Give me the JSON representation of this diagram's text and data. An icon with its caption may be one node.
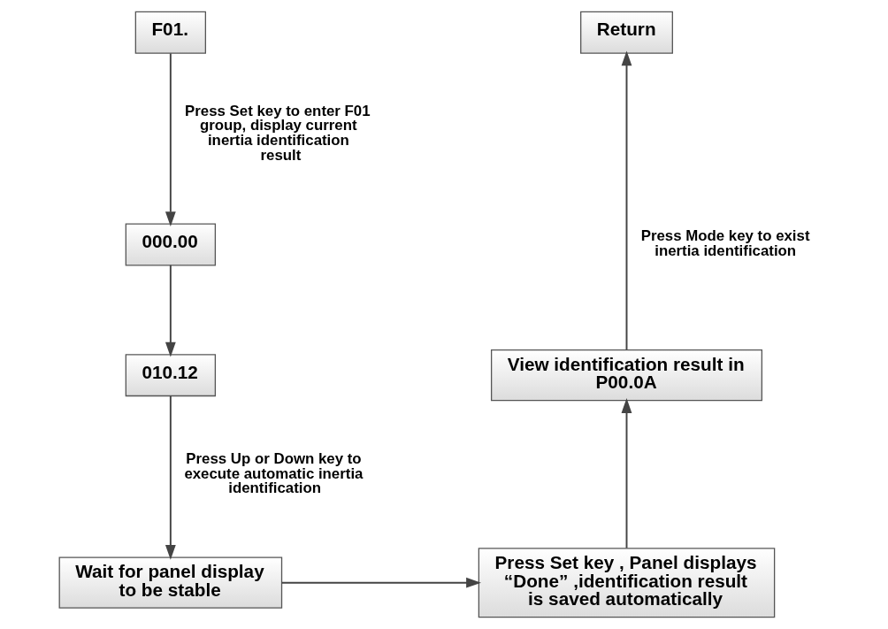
{
  "diagram": {
    "nodes": [
      {
        "text": [
          "F01."
        ]
      },
      {
        "text": [
          "000.00"
        ]
      },
      {
        "text": [
          "010.12"
        ]
      },
      {
        "text": [
          "Wait for panel display to be stable"
        ]
      },
      {
        "text": [
          "Press Set key , Panel displays “Done” ,identification result is saved automatically"
        ]
      },
      {
        "text": [
          "View identification result in P00.0A"
        ]
      },
      {
        "text": [
          "Return"
        ]
      }
    ],
    "edges": [
      {
        "from": 0,
        "to": 1,
        "arrow": "to",
        "label": "Press Set key to enter F01 group, display current inertia identification result"
      },
      {
        "from": 1,
        "to": 2,
        "arrow": "to"
      },
      {
        "from": 2,
        "to": 3,
        "arrow": "to",
        "label": "Press Up or Down key to execute automatic inertia identification"
      },
      {
        "from": 3,
        "to": 4,
        "arrow": "to"
      },
      {
        "from": 4,
        "to": 5,
        "arrow": "to"
      },
      {
        "from": 5,
        "to": 6,
        "arrow": "to",
        "label": "Press Mode key to exist inertia identification"
      }
    ]
  }
}
